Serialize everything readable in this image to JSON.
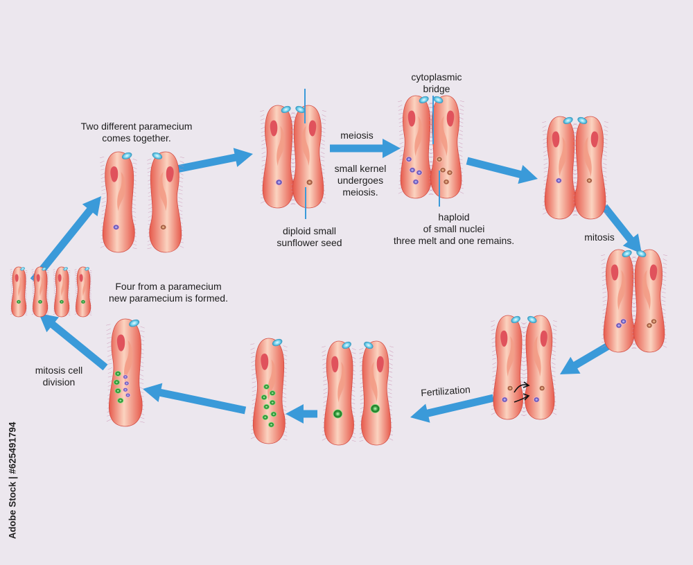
{
  "labels": {
    "two_different": "Two different paramecium\ncomes together.",
    "meiosis": "meiosis",
    "small_kernel": "small kernel\nundergoes\nmeiosis.",
    "cytoplasmic_bridge": "cytoplasmic\nbridge",
    "diploid": "diploid small\nsunflower seed",
    "haploid": "haploid\nof small nuclei\nthree melt and one remains.",
    "mitosis": "mitosis",
    "four_from": "Four from a paramecium\nnew paramecium is formed.",
    "mitosis_cell_division": "mitosis cell\ndivision",
    "fertilization": "Fertilization"
  },
  "stock_id": "Adobe Stock | #625491794",
  "colors": {
    "background": "#ece7ee",
    "arrow": "#3a9ad9",
    "cell_light": "#fbd3c0",
    "cell_dark": "#e65a4c",
    "mouth": "#e0525c",
    "cilia": "#c98fb0",
    "nucleus_blue": "#7466c8",
    "nucleus_brown": "#b4684d",
    "nucleus_green": "#2f9a3a",
    "text": "#1d1d1d"
  }
}
